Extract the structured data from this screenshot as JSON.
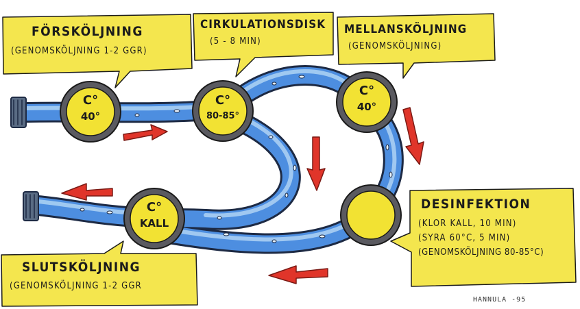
{
  "callouts": {
    "forskoljning": {
      "title": "FÖRSKÖLJNING",
      "lines": [
        "(GENOMSKÖLJNING 1-2 GGR)"
      ]
    },
    "cirkulationsdisk": {
      "title": "CIRKULATIONSDISK",
      "lines": [
        "(5 - 8 MIN)"
      ]
    },
    "mellanskoljning": {
      "title": "MELLANSKÖLJNING",
      "lines": [
        "(GENOMSKÖLJNING)"
      ]
    },
    "desinfektion": {
      "title": "DESINFEKTION",
      "lines": [
        "(KLOR KALL, 10 MIN)",
        "(SYRA 60°C, 5 MIN)",
        "(GENOMSKÖLJNING 80-85°C)"
      ]
    },
    "slutskoljning": {
      "title": "SLUTSKÖLJNING",
      "lines": [
        "(GENOMSKÖLJNING 1-2 GGR"
      ]
    }
  },
  "gauges": [
    {
      "unit": "C°",
      "value": "40°"
    },
    {
      "unit": "C°",
      "value": "80-85°"
    },
    {
      "unit": "C°",
      "value": "40°"
    },
    {
      "unit": "",
      "value": ""
    },
    {
      "unit": "C°",
      "value": "KALL"
    }
  ],
  "signature": "HANNULA -95",
  "colors": {
    "callout_fill": "#f4e64e",
    "gauge_fill": "#f2e233",
    "gauge_rim": "#5a5a60",
    "pipe_fill": "#4d8ee0",
    "pipe_light": "#a9cff3",
    "arrow": "#e0352a"
  }
}
